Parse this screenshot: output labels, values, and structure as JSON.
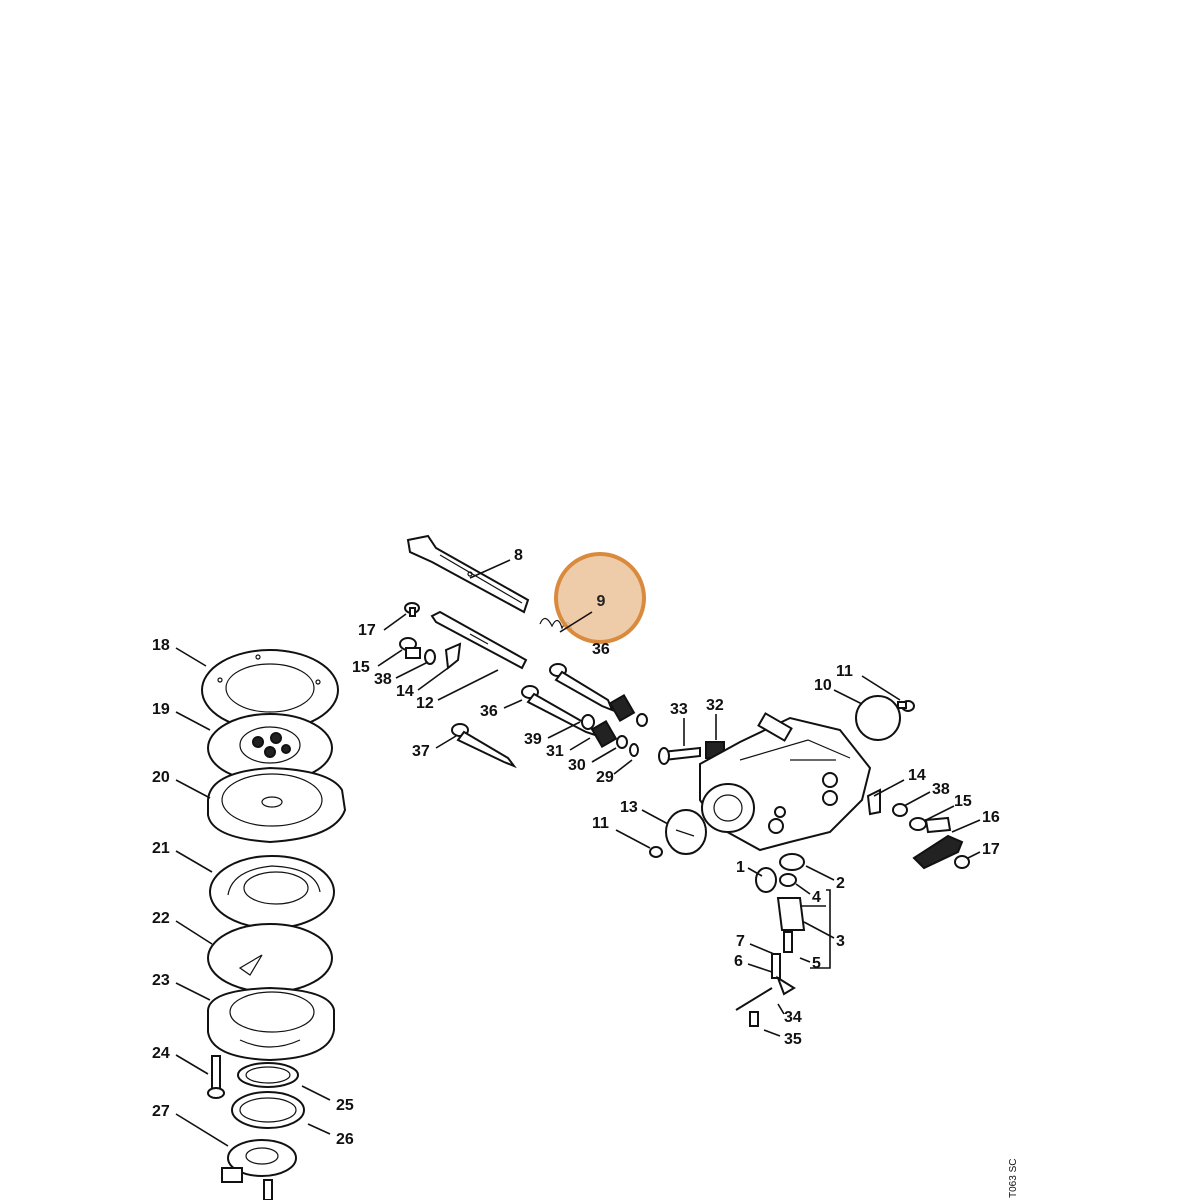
{
  "highlight": {
    "label": "9",
    "fill": "#ecc6a0",
    "stroke": "#d98a3c"
  },
  "callouts": {
    "c1": "1",
    "c2": "2",
    "c3": "3",
    "c4": "4",
    "c5": "5",
    "c6": "6",
    "c7": "7",
    "c8": "8",
    "c10": "10",
    "c11a": "11",
    "c11b": "11",
    "c12": "12",
    "c13": "13",
    "c14a": "14",
    "c14b": "14",
    "c15a": "15",
    "c15b": "15",
    "c16": "16",
    "c17a": "17",
    "c17b": "17",
    "c18": "18",
    "c19": "19",
    "c20": "20",
    "c21": "21",
    "c22": "22",
    "c23": "23",
    "c24": "24",
    "c25": "25",
    "c26": "26",
    "c27": "27",
    "c29": "29",
    "c30": "30",
    "c31": "31",
    "c32": "32",
    "c33": "33",
    "c34": "34",
    "c35": "35",
    "c36a": "36",
    "c36b": "36",
    "c37": "37",
    "c38a": "38",
    "c38b": "38",
    "c39": "39"
  },
  "drawing_code": "T063 SC"
}
